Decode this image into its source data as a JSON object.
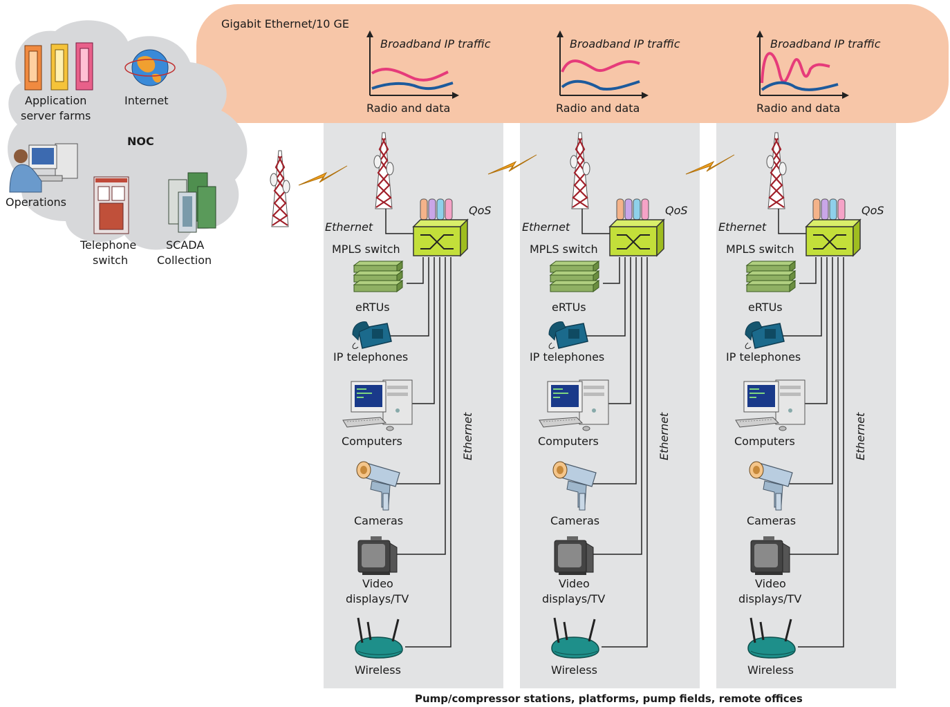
{
  "backbone": {
    "title": "Gigabit Ethernet/10 GE",
    "charts": [
      {
        "title": "Broadband IP traffic",
        "axis_label": "Radio and data"
      },
      {
        "title": "Broadband IP traffic",
        "axis_label": "Radio and data"
      },
      {
        "title": "Broadband IP traffic",
        "axis_label": "Radio and data"
      }
    ]
  },
  "noc": {
    "title": "NOC",
    "items": {
      "app_servers": [
        "Application",
        "server farms"
      ],
      "internet": "Internet",
      "operations": "Operations",
      "telephone_switch": [
        "Telephone",
        "switch"
      ],
      "scada": [
        "SCADA",
        "Collection"
      ]
    }
  },
  "site_labels": {
    "ethernet": "Ethernet",
    "qos": "QoS",
    "mpls_switch": "MPLS switch",
    "ertus": "eRTUs",
    "ip_telephones": "IP telephones",
    "computers": "Computers",
    "cameras": "Cameras",
    "video_displays": [
      "Video",
      "displays/TV"
    ],
    "wireless": "Wireless",
    "ethernet_vertical": "Ethernet"
  },
  "footer": "Pump/compressor stations, platforms, pump fields, remote offices",
  "colors": {
    "backbone_fill": "#f7c6a8",
    "site_panel": "#e2e3e4",
    "cloud": "#d7d8da",
    "switch": "#c3df3a",
    "traffic_pink": "#e63b7a",
    "traffic_blue": "#1d5a9c",
    "radio_link": "#f0a020",
    "phone": "#1b6a8c",
    "router": "#1e8f8a"
  }
}
